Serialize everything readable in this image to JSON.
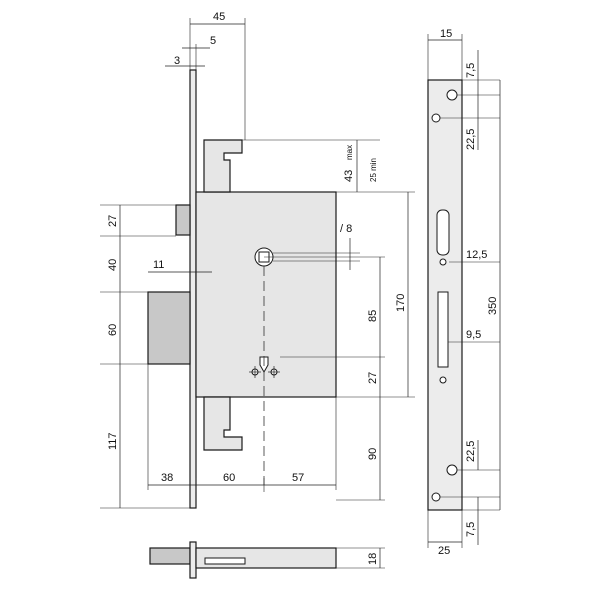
{
  "dimensions": {
    "top_width": "45",
    "front_inner": "5",
    "front_thick": "3",
    "bolt_throw": "43",
    "bolt_max": "max",
    "bolt_min": "25 min",
    "latch_h": "27",
    "latch_to_handle": "40",
    "handle_offset": "11",
    "handle_diam": "/ 8",
    "case_height": "170",
    "handle_to_key": "85",
    "key_to_bottom": "27",
    "deadbolt_h": "60",
    "lower_to_bottom": "117",
    "below_key": "90",
    "backset_left": "38",
    "backset_mid": "60",
    "backset_right": "57",
    "side_depth": "18",
    "plate_width": "15",
    "plate_top_hole": "7,5",
    "plate_upper_gap": "22,5",
    "plate_slot_w": "12,5",
    "plate_total": "350",
    "plate_slot2": "9,5",
    "plate_lower_gap": "22,5",
    "plate_bottom_w": "25",
    "plate_bottom_hole": "7,5"
  }
}
